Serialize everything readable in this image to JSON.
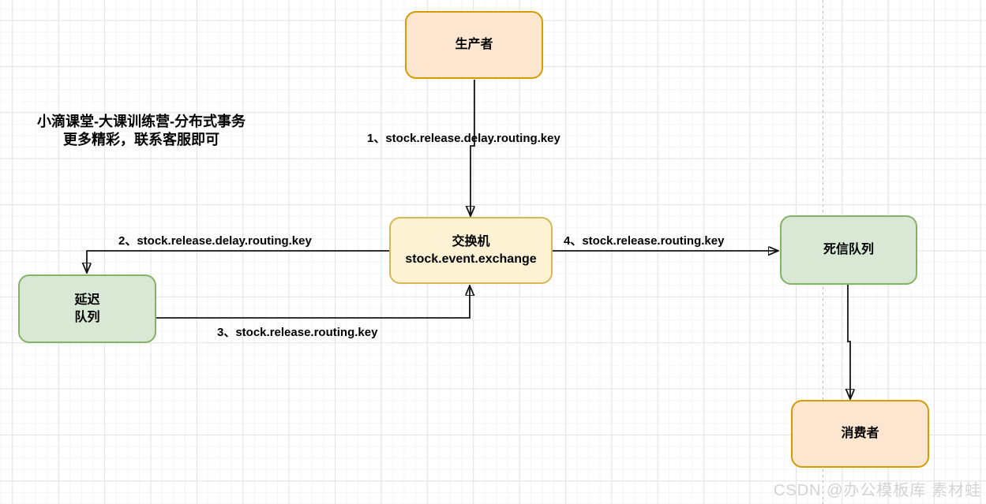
{
  "diagram": {
    "header_note": {
      "line1": "小滴课堂-大课训练营-分布式事务",
      "line2": "更多精彩，联系客服即可"
    },
    "nodes": {
      "producer": {
        "label": "生产者",
        "fill": "#fce6cf",
        "border": "#d79b00"
      },
      "exchange": {
        "line1": "交换机",
        "line2": "stock.event.exchange",
        "fill": "#fdf3d4",
        "border": "#d6b656"
      },
      "delay_queue": {
        "line1": "延迟",
        "line2": "队列",
        "fill": "#d9e8d4",
        "border": "#82b366"
      },
      "dead_letter_queue": {
        "label": "死信队列",
        "fill": "#d9e8d4",
        "border": "#82b366"
      },
      "consumer": {
        "label": "消费者",
        "fill": "#fce6cf",
        "border": "#d79b00"
      }
    },
    "edges": {
      "e1": {
        "label": "1、stock.release.delay.routing.key",
        "from": "producer",
        "to": "exchange"
      },
      "e2": {
        "label": "2、stock.release.delay.routing.key",
        "from": "exchange",
        "to": "delay_queue"
      },
      "e3": {
        "label": "3、stock.release.routing.key",
        "from": "delay_queue",
        "to": "exchange"
      },
      "e4": {
        "label": "4、stock.release.routing.key",
        "from": "exchange",
        "to": "dead_letter_queue"
      },
      "e5": {
        "label": "",
        "from": "dead_letter_queue",
        "to": "consumer"
      }
    },
    "colors": {
      "edge_line": "#141414",
      "grid_minor": "#f4f4f4",
      "grid_major": "#e3e3e3",
      "page_divider": "#b9b9b9",
      "watermark_text": "#d3d3d3"
    },
    "watermark": "CSDN @办公模板库 素材蛙"
  }
}
